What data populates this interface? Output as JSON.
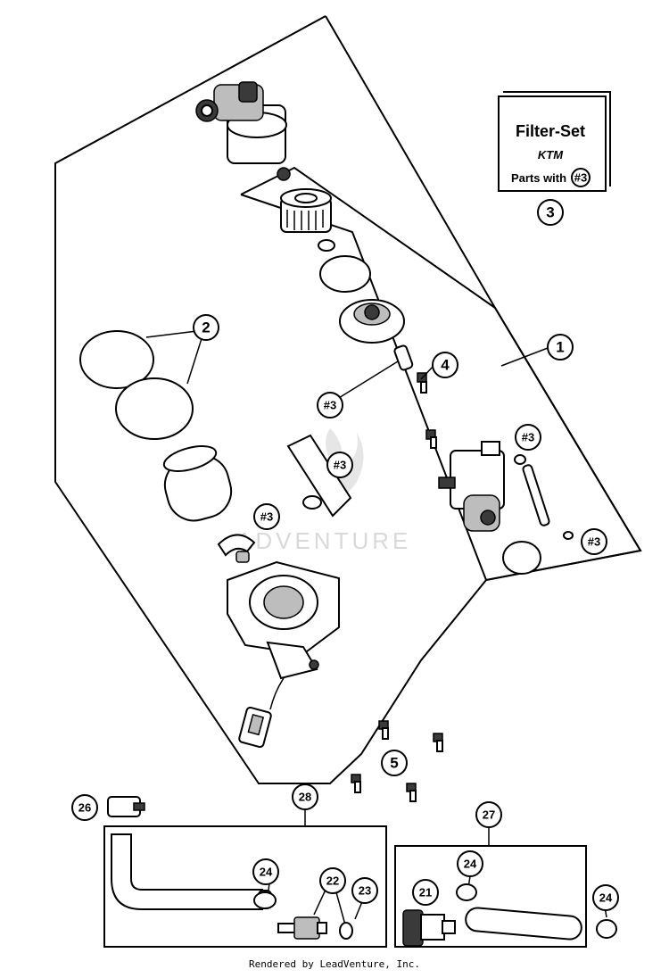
{
  "callouts": {
    "c1": "1",
    "c2": "2",
    "c3": "3",
    "c4": "4",
    "c5": "5",
    "c21": "21",
    "c22": "22",
    "c23": "23",
    "c24a": "24",
    "c24b": "24",
    "c24c": "24",
    "c26": "26",
    "c27": "27",
    "c28": "28",
    "ref3a": "#3",
    "ref3b": "#3",
    "ref3c": "#3",
    "ref3d": "#3",
    "ref3e": "#3",
    "ref3f": "#3"
  },
  "filter_set_box": {
    "title": "Filter-Set",
    "brand": "KTM",
    "parts_with": "Parts with",
    "parts_ref": "#3"
  },
  "watermark": "ADVENTURE",
  "footer": "Rendered by LeadVenture, Inc."
}
